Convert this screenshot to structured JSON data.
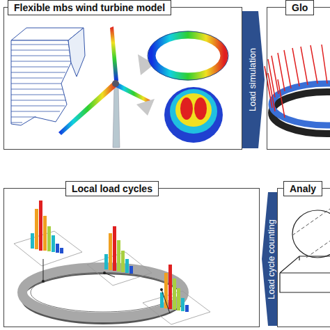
{
  "diagram": {
    "nodes": [
      {
        "text": [
          "Flexible mbs wind turbine model"
        ]
      },
      {
        "text": [
          "Glo"
        ]
      },
      {
        "text": [
          "Local load cycles"
        ]
      },
      {
        "text": [
          "Analy"
        ]
      }
    ],
    "edges": [
      {
        "from": 0,
        "to": 1,
        "label": "Load simulation",
        "arrow": "to"
      },
      {
        "from": 3,
        "to": 2,
        "label": "Load cycle counting",
        "arrow": "to"
      }
    ]
  }
}
